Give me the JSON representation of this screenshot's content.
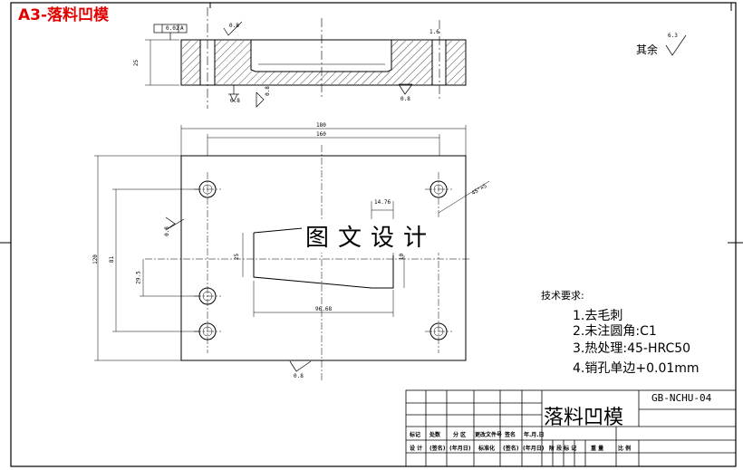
{
  "sheet_label": "A3-落料凹模",
  "watermark": "图文设计",
  "rest_note": "其余",
  "rest_roughness": "6.3",
  "tech_requirements": {
    "title": "技术要求:",
    "items": [
      "1.去毛刺",
      "2.未注圆角:C1",
      "3.热处理:45-HRC50",
      "4.销孔单边+0.01mm"
    ]
  },
  "title_block": {
    "part_name": "落料凹模",
    "drawing_number": "GB-NCHU-04",
    "row1": [
      "标记",
      "处数",
      "分 区",
      "更改文件号",
      "签名",
      "年.月.日"
    ],
    "row2": [
      "设 计",
      "(签名)",
      "(年月日)",
      "标准化",
      "(签名)",
      "(年月日)"
    ],
    "right_row": [
      "阶 段 标 记",
      "重 量",
      "比 例"
    ]
  },
  "dimensions": {
    "outer_width": "180",
    "hole_spacing_x": "160",
    "outer_height": "120",
    "hole_spacing_y": "81",
    "hole_offset_y": "29.5",
    "thickness": "25",
    "profile_width": "96.68",
    "profile_top_offset": "14.76",
    "profile_left_height": "25",
    "profile_right_height": "10",
    "chamfer": "45°×5",
    "flatness_tol": "0.02",
    "datum": "A",
    "roughness_top": "0.8",
    "roughness_bottom": "0.8",
    "roughness_side": "0.8",
    "roughness_side_plan": "0.8",
    "roughness_bottom_plan": "0.8",
    "roughness_hole": "1.6",
    "roughness_counter": "0.8"
  }
}
